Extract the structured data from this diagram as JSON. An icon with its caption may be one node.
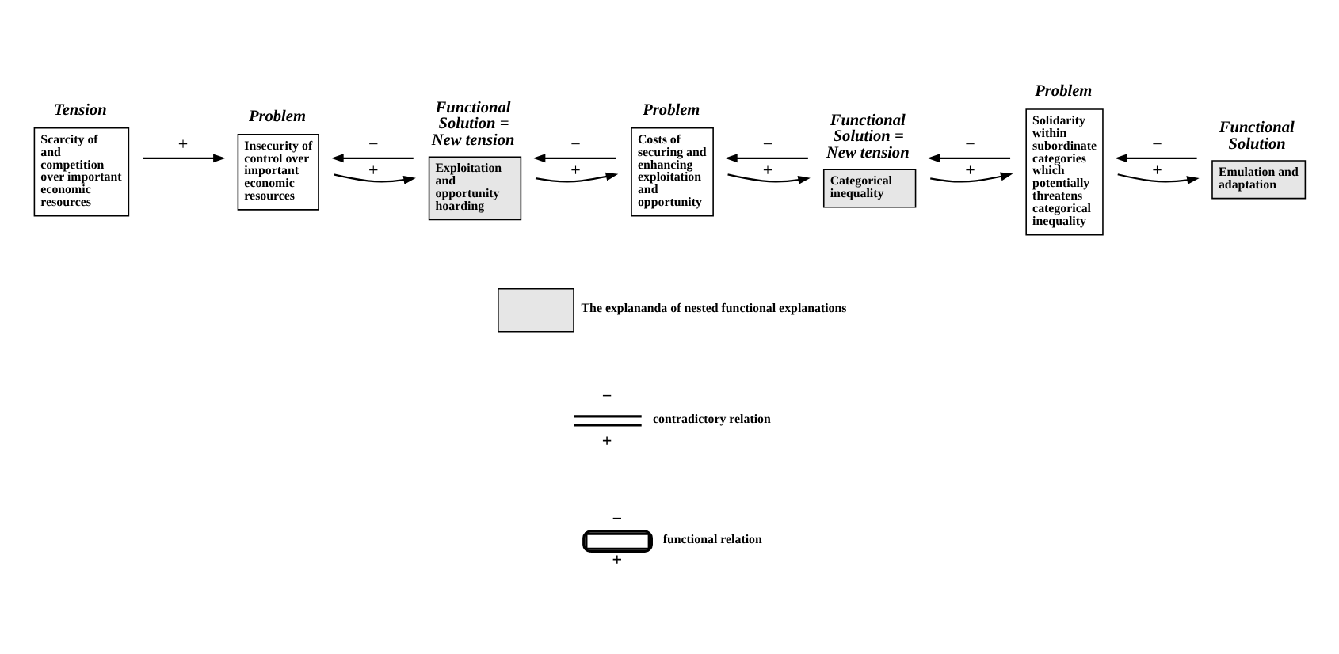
{
  "diagram": {
    "nodes": [
      {
        "text": [
          "Scarcity of and competition over important economic resources"
        ],
        "beside": [
          "Tension"
        ]
      },
      {
        "text": [
          "Insecurity of control over important economic resources"
        ],
        "beside": [
          "Problem"
        ]
      },
      {
        "text": [
          "Exploitation and opportunity hoarding"
        ],
        "beside": [
          "Functional Solution = New tension"
        ]
      },
      {
        "text": [
          "Costs of securing and enhancing exploitation and opportunity"
        ],
        "beside": [
          "Problem"
        ]
      },
      {
        "text": [
          "Categorical inequality"
        ],
        "beside": [
          "Functional Solution = New tension"
        ]
      },
      {
        "text": [
          "Solidarity within subordinate categories which potentially threatens categorical inequality"
        ],
        "beside": [
          "Problem"
        ]
      },
      {
        "text": [
          "Emulation and adaptation"
        ],
        "beside": [
          "Functional Solution"
        ]
      }
    ],
    "edges": [
      {
        "from": 0,
        "to": 1,
        "arrow": "to",
        "label": "+"
      },
      {
        "from": 2,
        "to": 1,
        "arrow": "to",
        "label": "−"
      },
      {
        "from": 1,
        "to": 2,
        "arrow": "to",
        "label": "+"
      },
      {
        "from": 3,
        "to": 2,
        "arrow": "to",
        "label": "−"
      },
      {
        "from": 2,
        "to": 3,
        "arrow": "to",
        "label": "+"
      },
      {
        "from": 4,
        "to": 3,
        "arrow": "to",
        "label": "−"
      },
      {
        "from": 3,
        "to": 4,
        "arrow": "to",
        "label": "+"
      },
      {
        "from": 5,
        "to": 4,
        "arrow": "to",
        "label": "−"
      },
      {
        "from": 4,
        "to": 5,
        "arrow": "to",
        "label": "+"
      },
      {
        "from": 6,
        "to": 5,
        "arrow": "to",
        "label": "−"
      },
      {
        "from": 5,
        "to": 6,
        "arrow": "to",
        "label": "+"
      }
    ],
    "labels": [
      "−",
      "+",
      "−",
      "+"
    ],
    "legend": [
      {
        "text": "The explananda of nested functional explanations",
        "color": "#e6e6e6"
      },
      {
        "text": "contradictory relation"
      },
      {
        "text": "functional relation"
      }
    ]
  }
}
